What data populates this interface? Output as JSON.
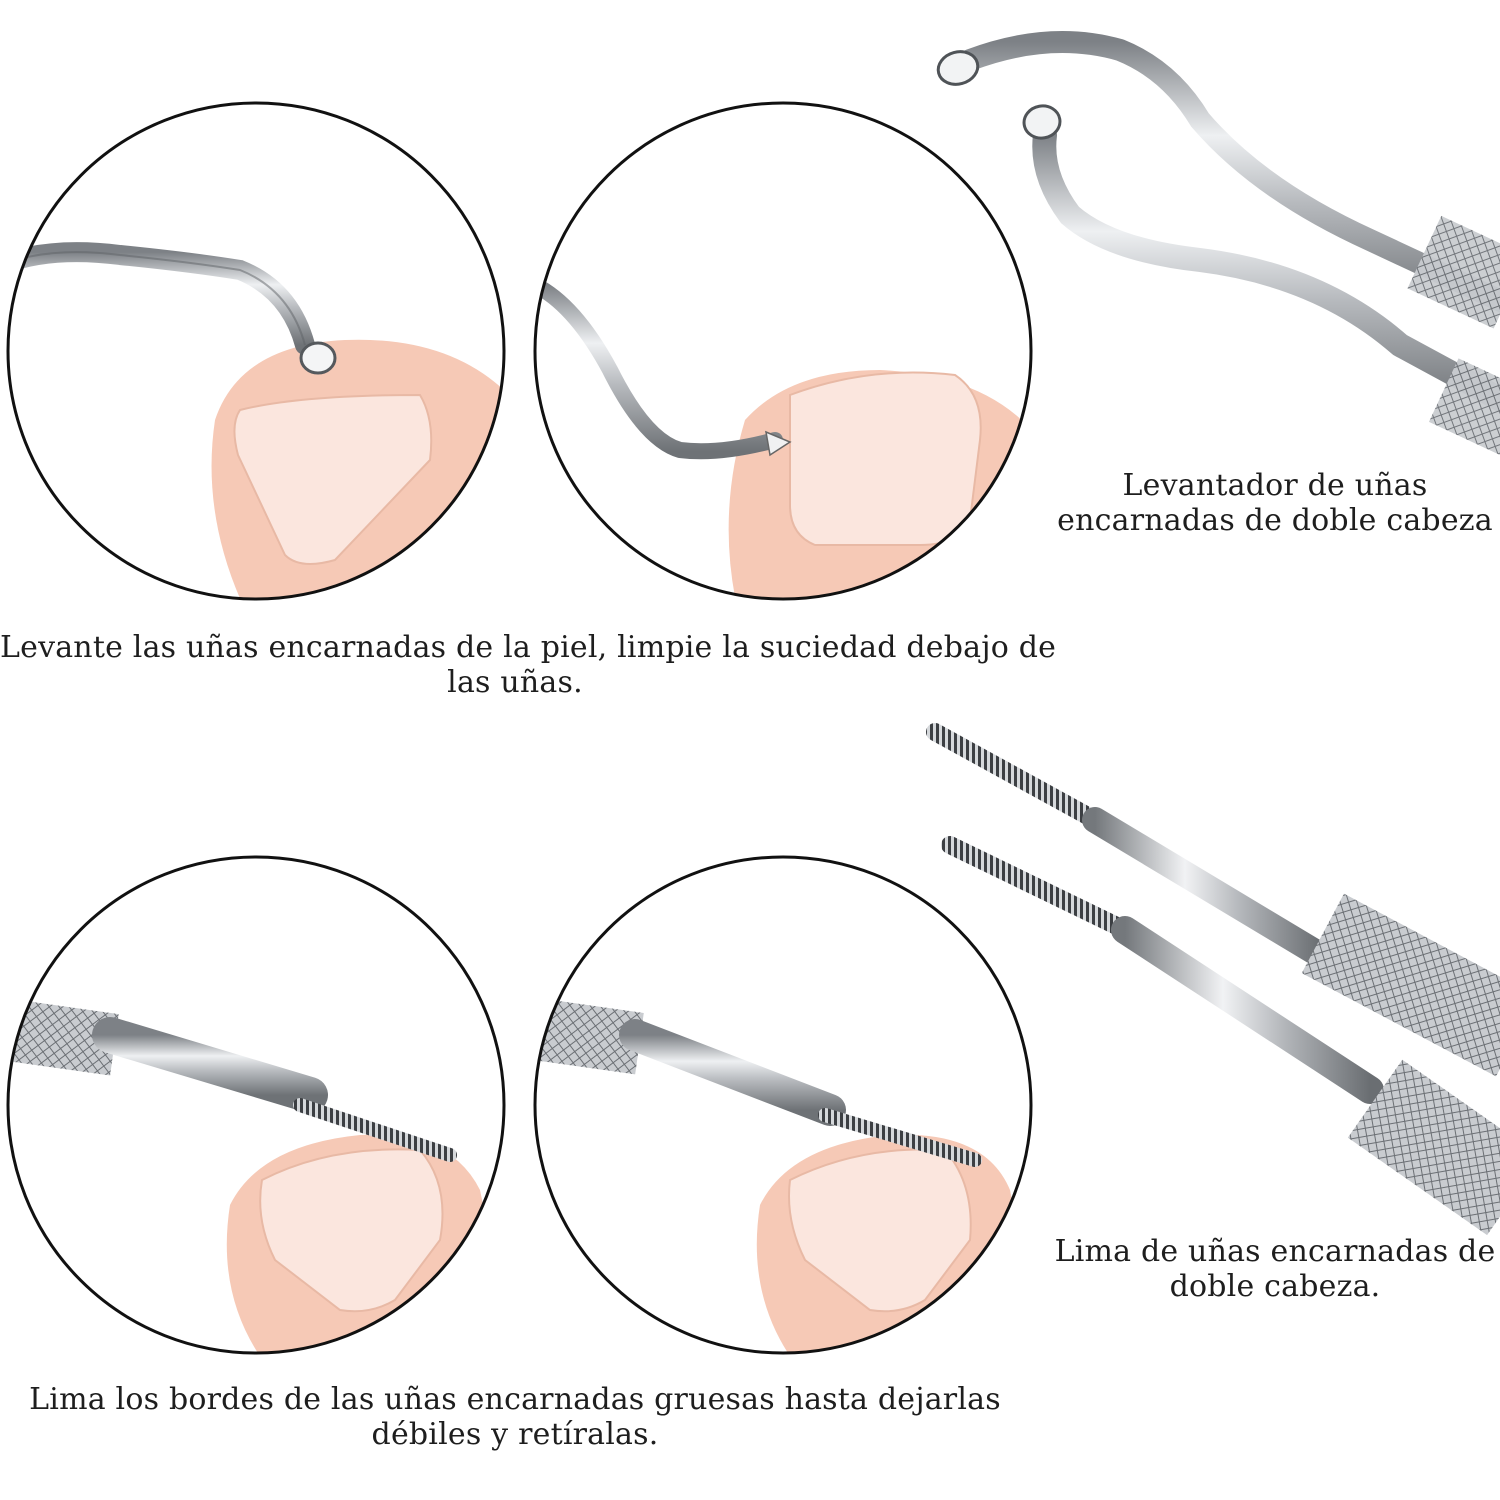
{
  "captions": {
    "top_left": {
      "line1": "Levante las uñas encarnadas de la piel, limpie la suciedad debajo de",
      "line2": "las uñas."
    },
    "top_right": {
      "line1": "Levantador de uñas",
      "line2": "encarnadas de doble cabeza"
    },
    "bottom_left": {
      "line1": "Lima los bordes de las uñas encarnadas gruesas hasta dejarlas",
      "line2": "débiles y retíralas."
    },
    "bottom_right": {
      "line1": "Lima de uñas encarnadas de",
      "line2": "doble cabeza."
    }
  },
  "colors": {
    "skin": "#f6c9b6",
    "nail": "#fbe6de",
    "steel": "#b9bcc0",
    "outline": "#111111"
  },
  "icons": [
    "nail-lifter-on-nail-illustration",
    "nail-lifter-under-nail-illustration",
    "double-head-nail-lifter-icon",
    "nail-file-on-nail-illustration",
    "nail-file-under-nail-illustration",
    "double-head-nail-file-icon"
  ]
}
